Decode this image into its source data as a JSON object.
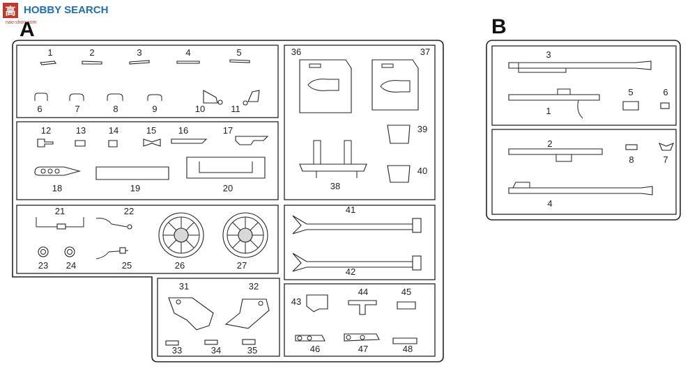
{
  "watermark": {
    "brand": "HOBBY SEARCH",
    "prefix_glyph": "高",
    "sub": "nao-shon.com"
  },
  "sheets": [
    {
      "letter": "A",
      "part_numbers": [
        "1",
        "2",
        "3",
        "4",
        "5",
        "6",
        "7",
        "8",
        "9",
        "10",
        "11",
        "12",
        "13",
        "14",
        "15",
        "16",
        "17",
        "18",
        "19",
        "20",
        "21",
        "22",
        "23",
        "24",
        "25",
        "26",
        "27",
        "31",
        "32",
        "33",
        "34",
        "35",
        "36",
        "37",
        "38",
        "39",
        "40",
        "41",
        "42",
        "43",
        "44",
        "45",
        "46",
        "47",
        "48"
      ]
    },
    {
      "letter": "B",
      "part_numbers": [
        "1",
        "2",
        "3",
        "4",
        "5",
        "6",
        "7",
        "8"
      ]
    }
  ]
}
